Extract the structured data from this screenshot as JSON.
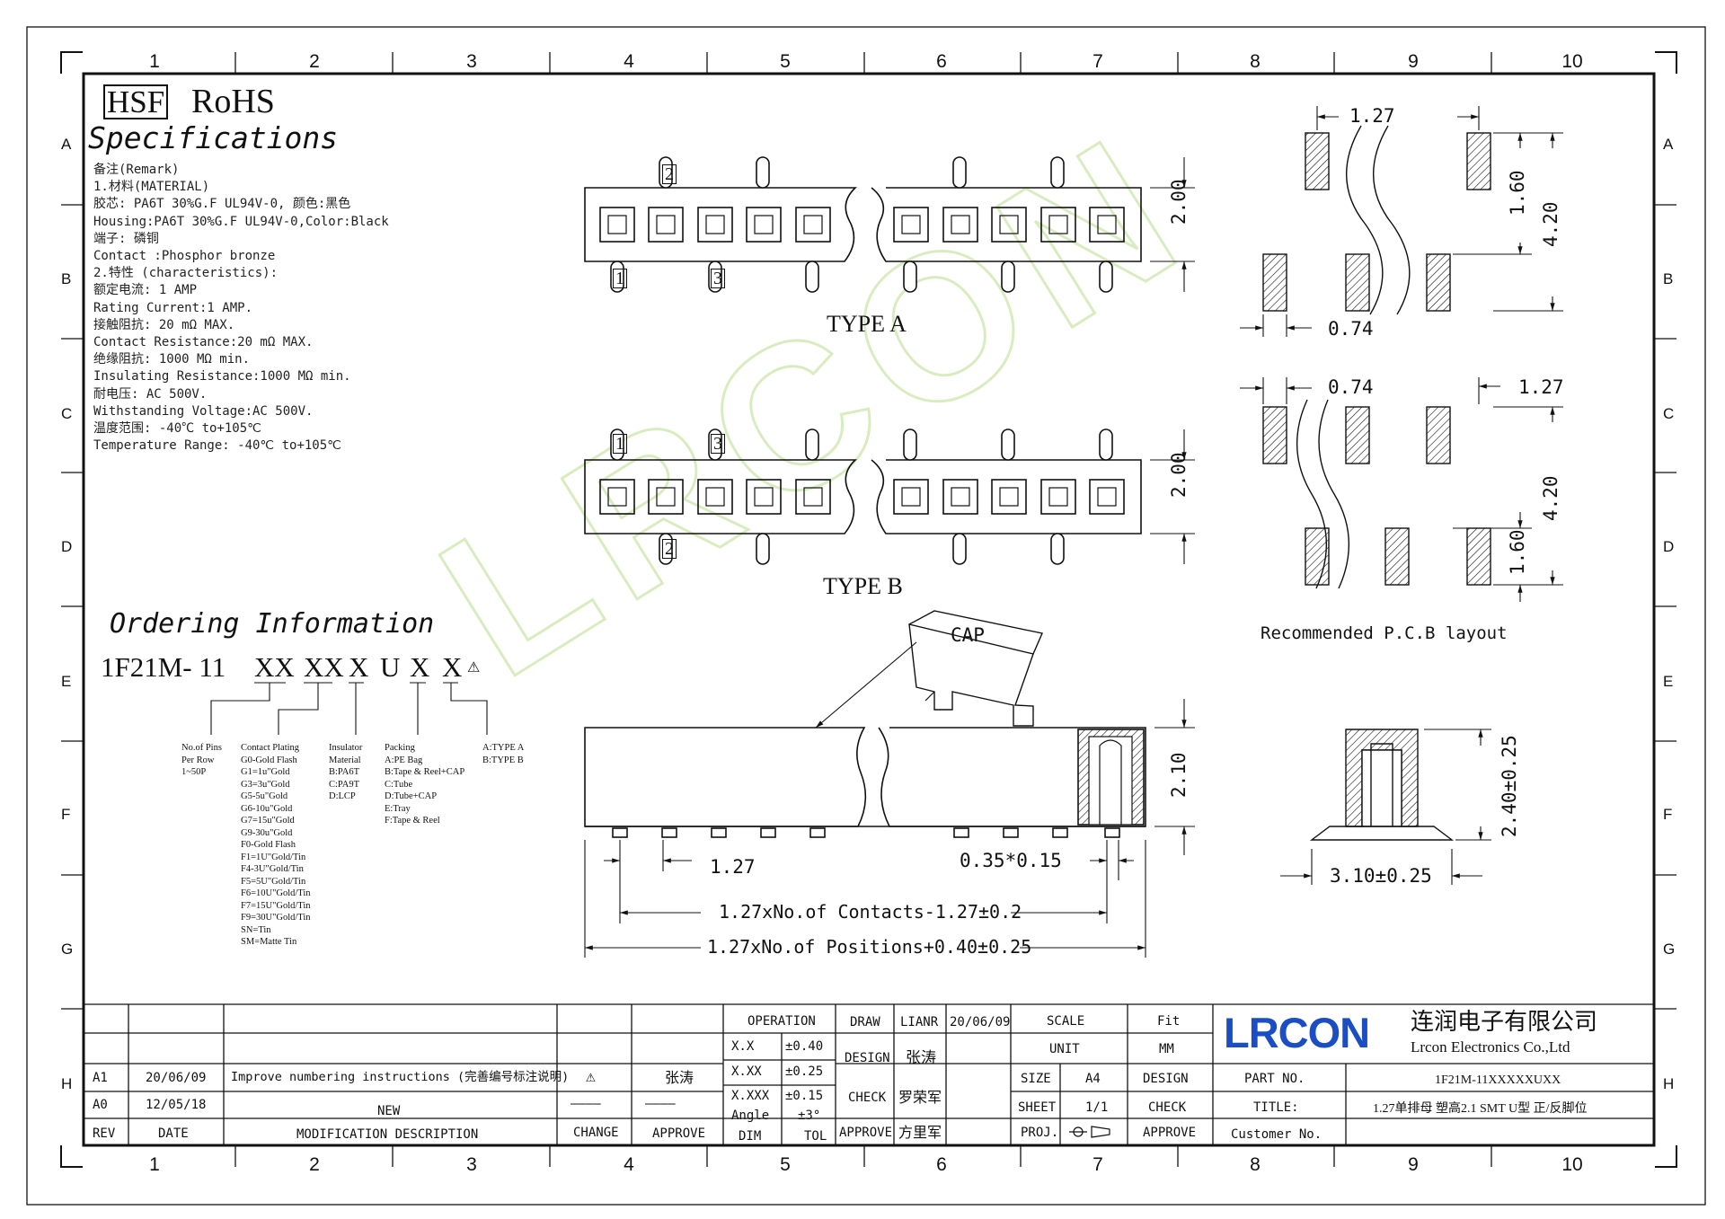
{
  "header": {
    "hsf": "HSF",
    "rohs": "RoHS",
    "specifications": "Specifications"
  },
  "specs": [
    "备注(Remark)",
    "1.材料(MATERIAL)",
    "胶芯: PA6T 30%G.F UL94V-0, 颜色:黑色",
    "Housing:PA6T 30%G.F UL94V-0,Color:Black",
    "端子: 磷铜",
    "Contact :Phosphor bronze",
    "2.特性 (characteristics):",
    "额定电流: 1 AMP",
    "Rating Current:1 AMP.",
    "接触阻抗: 20 mΩ MAX.",
    "Contact Resistance:20 mΩ MAX.",
    "绝缘阻抗: 1000 MΩ min.",
    "Insulating Resistance:1000 MΩ min.",
    "耐电压: AC 500V.",
    "Withstanding Voltage:AC 500V.",
    "温度范围: -40℃ to+105℃",
    "Temperature Range: -40℃ to+105℃"
  ],
  "grid": {
    "columns": [
      "1",
      "2",
      "3",
      "4",
      "5",
      "6",
      "7",
      "8",
      "9",
      "10"
    ],
    "rows": [
      "A",
      "B",
      "C",
      "D",
      "E",
      "F",
      "G",
      "H"
    ]
  },
  "ordering": {
    "title": "Ordering Information",
    "part_prefix": "1F21M- 11",
    "segments": [
      "XX",
      "XX",
      "X",
      "U",
      "X",
      "X"
    ],
    "revision_mark": "⚠",
    "legend": {
      "pins": "No.of Pins\nPer Row\n1~50P",
      "plating": "Contact Plating\nG0-Gold Flash\nG1=1u\"Gold\nG3=3u\"Gold\nG5-5u\"Gold\nG6-10u\"Gold\nG7=15u\"Gold\nG9-30u\"Gold\nF0-Gold Flash\nF1=1U\"Gold/Tin\nF4-3U\"Gold/Tin\nF5=5U\"Gold/Tin\nF6=10U\"Gold/Tin\nF7=15U\"Gold/Tin\nF9=30U\"Gold/Tin\nSN=Tin\nSM=Matte Tin",
      "insulator": "Insulator\nMaterial\nB:PA6T\nC:PA9T\nD:LCP",
      "packing": "Packing\nA:PE Bag\nB:Tape & Reel+CAP\nC:Tube\nD:Tube+CAP\nE:Tray\nF:Tape & Reel",
      "type": "A:TYPE A\nB:TYPE B"
    }
  },
  "type_a": {
    "label": "TYPE A",
    "pins": [
      "1",
      "2",
      "3"
    ],
    "dim_height": "2.00"
  },
  "type_b": {
    "label": "TYPE B",
    "pins": [
      "1",
      "2",
      "3"
    ],
    "dim_height": "2.00"
  },
  "side_view": {
    "cap": "CAP",
    "height": "2.10",
    "pitch": "1.27",
    "pin_size": "0.35*0.15",
    "contacts_dim": "1.27xNo.of Contacts-1.27±0.2",
    "positions_dim": "1.27xNo.of Positions+0.40±0.25"
  },
  "pcb_a": {
    "pitch": "1.27",
    "pad_len": "1.60",
    "span": "4.20",
    "pad_width": "0.74"
  },
  "pcb_b": {
    "pitch": "1.27",
    "pad_len": "1.60",
    "span": "4.20",
    "pad_width": "0.74"
  },
  "pcb_caption": "Recommended P.C.B layout",
  "cross_section": {
    "height": "2.40±0.25",
    "width": "3.10±0.25"
  },
  "watermark": "LRCON",
  "title_block": {
    "revisions": [
      {
        "rev": "A1",
        "date": "20/06/09",
        "desc": "Improve numbering instructions (完善编号标注说明)",
        "change": "⚠",
        "approve": "张涛"
      },
      {
        "rev": "A0",
        "date": "12/05/18",
        "desc": "NEW",
        "change": "————",
        "approve": "————"
      }
    ],
    "headers": {
      "rev": "REV",
      "date": "DATE",
      "desc": "MODIFICATION DESCRIPTION",
      "change": "CHANGE",
      "approve": "APPROVE"
    },
    "operation": "OPERATION",
    "tolerances": [
      {
        "dim": "X.X",
        "tol": "±0.40"
      },
      {
        "dim": "X.XX",
        "tol": "±0.25"
      },
      {
        "dim": "X.XXX",
        "tol": "±0.15"
      },
      {
        "dim": "Angle",
        "tol": "±3°"
      }
    ],
    "dim_label": "DIM",
    "tol_label": "TOL",
    "draw": "DRAW",
    "drawer": "LIANR",
    "draw_date": "20/06/09",
    "design": "DESIGN",
    "designer": "张涛",
    "check": "CHECK",
    "checker": "罗荣军",
    "approve": "APPROVE",
    "approver": "方里军",
    "scale": "SCALE",
    "scale_val": "Fit",
    "unit": "UNIT",
    "unit_val": "MM",
    "size": "SIZE",
    "size_val": "A4",
    "design2": "DESIGN",
    "sheet": "SHEET",
    "sheet_val": "1/1",
    "check2": "CHECK",
    "proj": "PROJ.",
    "approve2": "APPROVE",
    "company_logo": "LRCON",
    "company_cn": "连润电子有限公司",
    "company_en": "Lrcon Electronics Co.,Ltd",
    "part_no_label": "PART NO.",
    "part_no": "1F21M-11XXXXXUXX",
    "title_label": "TITLE:",
    "title": "1.27单排母 塑高2.1 SMT U型 正/反脚位",
    "customer_no": "Customer No."
  },
  "colors": {
    "line": "#111111",
    "watermark": "#dbeec1",
    "logo": "#1a4ec2"
  }
}
